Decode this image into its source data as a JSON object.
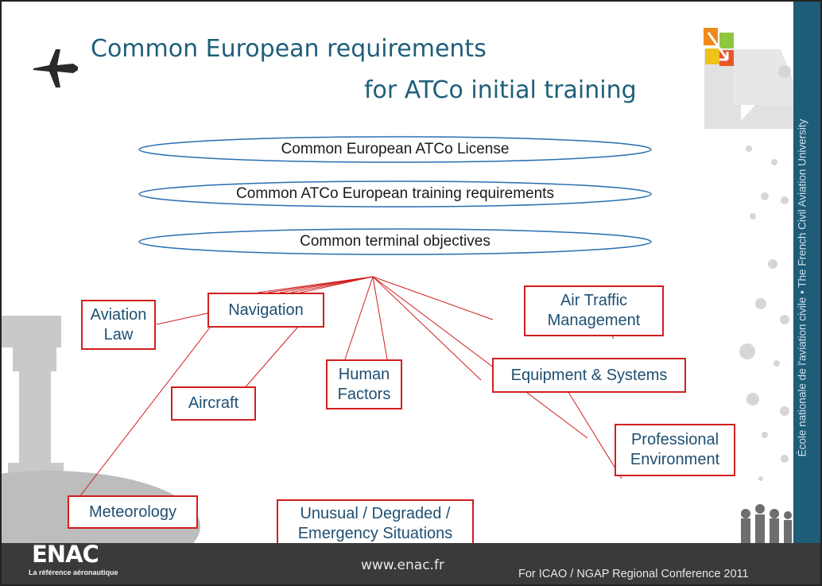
{
  "title": {
    "line1": "Common European requirements",
    "line2": "for ATCo initial training"
  },
  "ellipses": [
    "Common European ATCo License",
    "Common ATCo European training requirements",
    "Common terminal objectives"
  ],
  "boxes": {
    "aviation_law": "Aviation Law",
    "navigation": "Navigation",
    "aircraft": "Aircraft",
    "meteorology": "Meteorology",
    "human_factors": "Human Factors",
    "unusual": "Unusual / Degraded / Emergency Situations",
    "atm": "Air Traffic Management",
    "equipment": "Equipment & Systems",
    "professional": "Professional Environment"
  },
  "footer": {
    "url": "www.enac.fr",
    "conference": "For ICAO / NGAP Regional Conference 2011",
    "logo": "ENAC",
    "tagline": "La référence aéronautique"
  },
  "sidebar": {
    "text": "École nationale de l'aviation civile • The French Civil Aviation University"
  },
  "colors": {
    "title": "#1f5f7a",
    "box_border": "#d11f1f",
    "box_text": "#1f4f72",
    "ellipse_stroke": "#2b6fb0",
    "lines": "#d11f1f",
    "sidebar": "#1e5c78",
    "footer": "#3a3a3a"
  },
  "icons": {
    "plane": "airplane-icon",
    "logo_corner": "arrows-logo-icon",
    "tower": "control-tower-icon",
    "people": "people-silhouette-icon"
  }
}
